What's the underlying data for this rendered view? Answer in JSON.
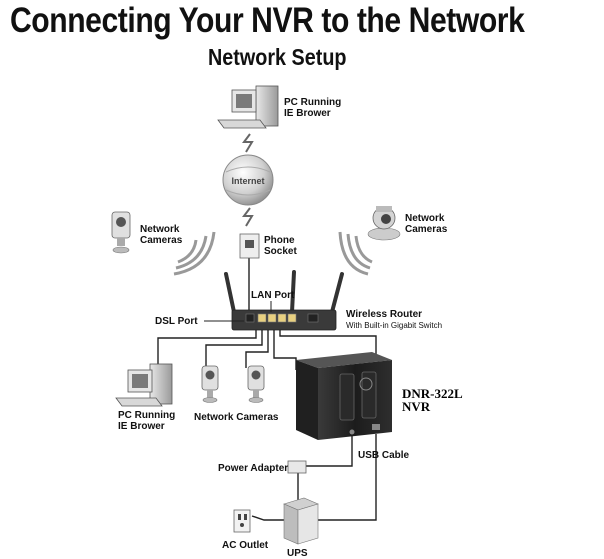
{
  "header": {
    "title": "Connecting Your NVR to the Network",
    "subtitle": "Network Setup"
  },
  "labels": {
    "pc_top_line1": "PC Running",
    "pc_top_line2": "IE Brower",
    "internet": "Internet",
    "cam_left_line1": "Network",
    "cam_left_line2": "Cameras",
    "cam_right_line1": "Network",
    "cam_right_line2": "Cameras",
    "phone_line1": "Phone",
    "phone_line2": "Socket",
    "lan_port": "LAN Port",
    "dsl_port": "DSL Port",
    "router_line1": "Wireless Router",
    "router_line2": "With Built-in Gigabit Switch",
    "pc_bottom_line1": "PC Running",
    "pc_bottom_line2": "IE Brower",
    "cams_bottom": "Network Cameras",
    "nvr_line1": "DNR-322L",
    "nvr_line2": "NVR",
    "usb_cable": "USB Cable",
    "power_adapter": "Power Adapter",
    "ac_outlet": "AC Outlet",
    "ups": "UPS"
  }
}
